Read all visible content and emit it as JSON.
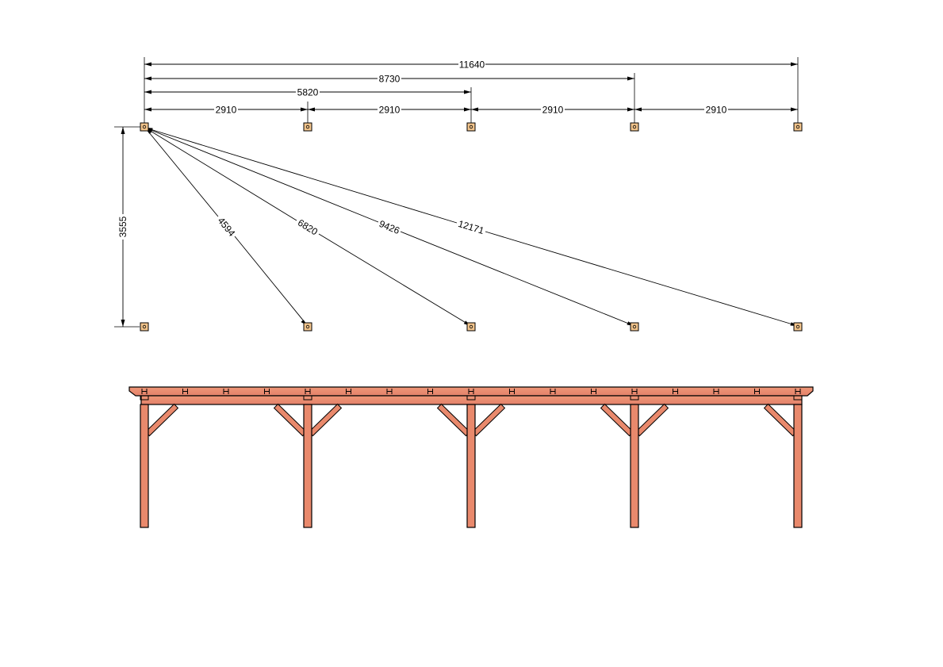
{
  "colors": {
    "wood": "#e9896c",
    "post_cap": "#f3c58c",
    "outline": "#000000"
  },
  "plan": {
    "horizontal_dimensions": {
      "overall": "11640",
      "to_fourth_post": "8730",
      "to_third_post": "5820",
      "bays": [
        "2910",
        "2910",
        "2910",
        "2910"
      ]
    },
    "vertical_dimension": "3555",
    "diagonals": [
      "4594",
      "6820",
      "9426",
      "12171"
    ]
  },
  "elevation": {
    "post_count": 5
  }
}
